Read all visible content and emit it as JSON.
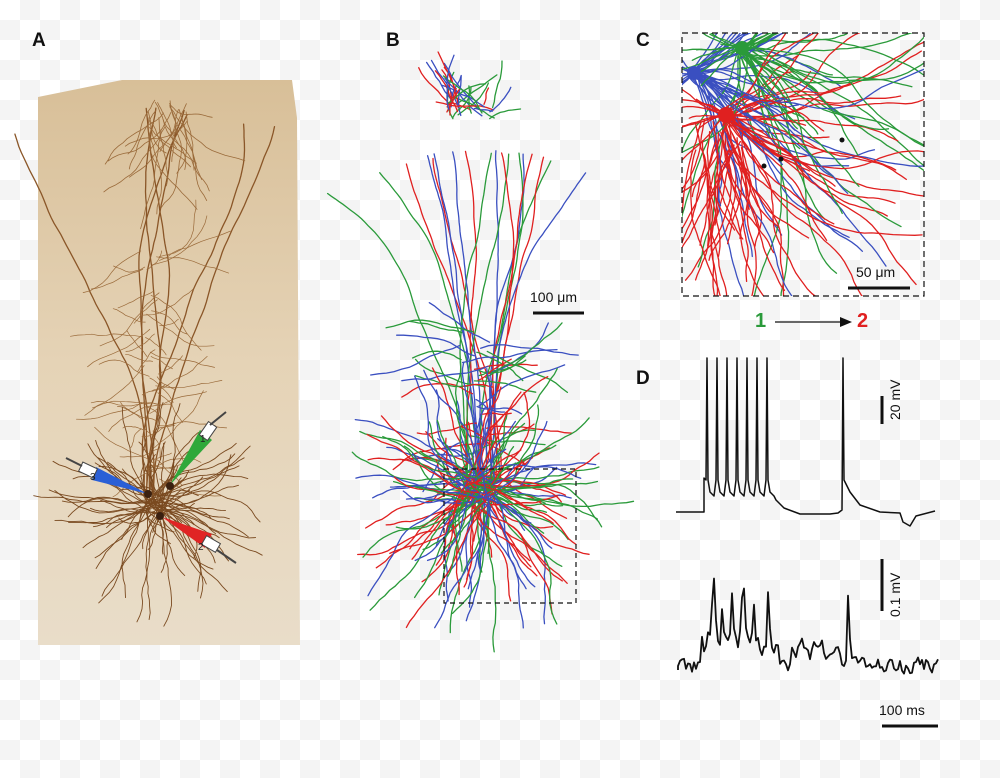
{
  "panels": {
    "a": {
      "letter": "A"
    },
    "b": {
      "letter": "B",
      "scale_bar": "100 μm"
    },
    "c": {
      "letter": "C",
      "scale_bar": "50 μm"
    },
    "d": {
      "letter": "D",
      "scale_voltage_top": "20 mV",
      "scale_voltage_bottom": "0.1 mV",
      "scale_time": "100 ms"
    }
  },
  "connection": {
    "from": "1",
    "to": "2",
    "from_color": "#2a9a3a",
    "to_color": "#e02020"
  },
  "electrodes": [
    {
      "id": "1",
      "color": "#2fa83a"
    },
    {
      "id": "2",
      "color": "#e02424"
    },
    {
      "id": "3",
      "color": "#2a5fd6"
    }
  ],
  "colors": {
    "green": "#2a9a3a",
    "red": "#e02020",
    "blue": "#3a4fc0"
  }
}
